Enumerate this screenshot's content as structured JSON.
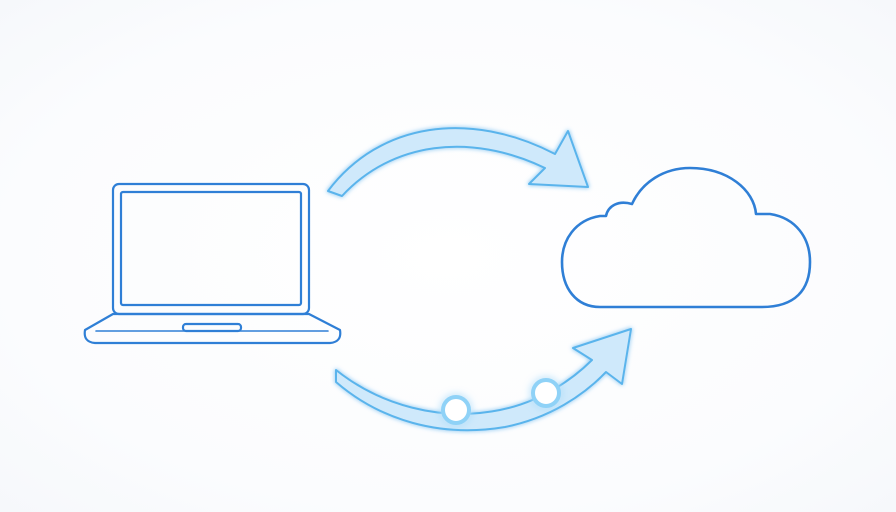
{
  "diagram": {
    "nodes": [
      {
        "id": "laptop",
        "icon": "laptop-icon"
      },
      {
        "id": "cloud",
        "icon": "cloud-icon"
      }
    ],
    "edges": [
      {
        "from": "laptop",
        "to": "cloud",
        "icon": "arrow-icon",
        "style": "solid-glow"
      },
      {
        "from": "laptop",
        "to": "cloud",
        "icon": "arrow-icon",
        "style": "with-progress-dots",
        "dots": 2
      }
    ]
  },
  "colors": {
    "outline": "#2f7fd6",
    "arrow_fill": "#cfe9fb",
    "arrow_stroke": "#5ab4ec",
    "glow": "#8fd2f7",
    "background": "#ffffff"
  }
}
